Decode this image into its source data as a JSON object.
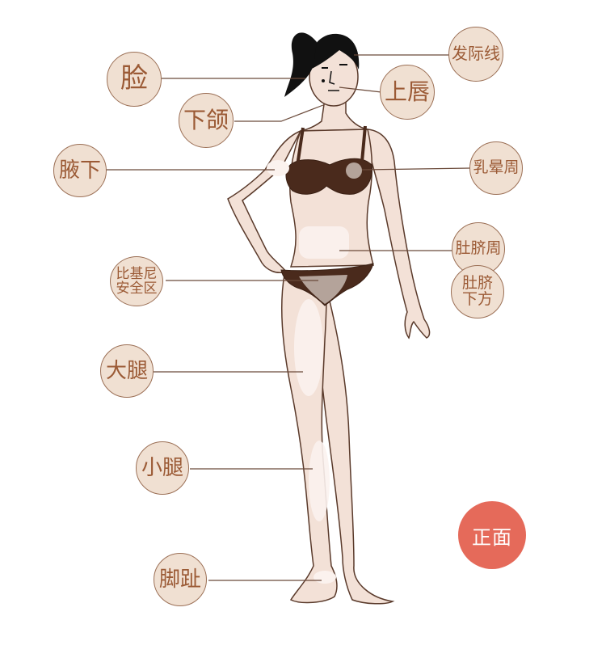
{
  "colors": {
    "skin": "#f3e1d7",
    "skin_highlight": "#fbf2ee",
    "outline": "#5a3a2b",
    "bikini": "#4a2a1c",
    "bikini_zone": "#b4a39a",
    "bubble_fill": "#f0e0d2",
    "bubble_border": "#9b6f55",
    "label_text": "#9b5a35",
    "leader_line": "#6b4a3a",
    "front_badge": "#e56a5a"
  },
  "labels": {
    "face": "脸",
    "jaw": "下颌",
    "underarm": "腋下",
    "bikini": "比基尼\n安全区",
    "thigh": "大腿",
    "calf": "小腿",
    "toes": "脚趾",
    "hairline": "发际线",
    "upper_lip": "上唇",
    "areola": "乳晕周",
    "navel": "肚脐周",
    "below_navel": "肚脐\n下方"
  },
  "view_badge": "正面"
}
